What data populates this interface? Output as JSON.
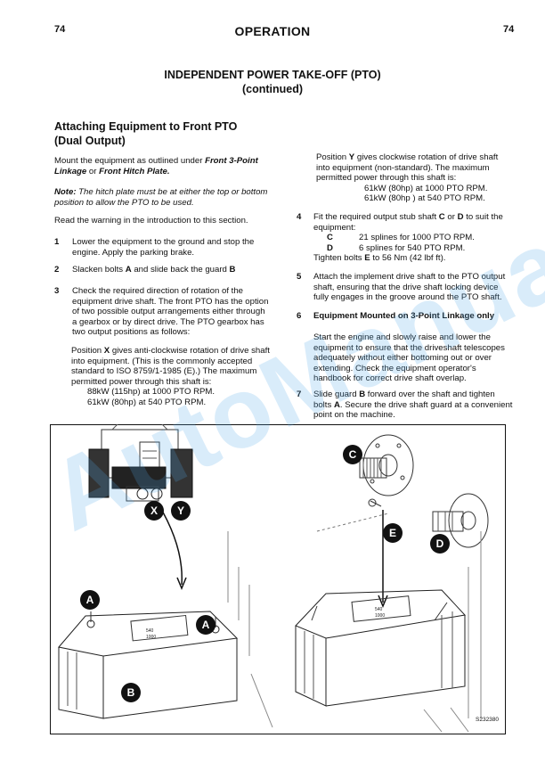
{
  "header": {
    "page_left": "74",
    "page_right": "74",
    "section": "OPERATION"
  },
  "title": {
    "line1": "INDEPENDENT POWER TAKE-OFF (PTO)",
    "line2": "(continued)"
  },
  "subheading": {
    "line1": "Attaching Equipment to Front PTO",
    "line2": "(Dual Output)"
  },
  "left": {
    "intro_a": "Mount the equipment as outlined under ",
    "intro_b": "Front 3-Point Linkage",
    "intro_c": " or ",
    "intro_d": "Front Hitch Plate.",
    "note_label": "Note:",
    "note_text": " The hitch plate must be at either the top or bottom position to allow the PTO to be used.",
    "warning": "Read the warning in the introduction to this section.",
    "step1_num": "1",
    "step1_text": "Lower the equipment to the ground and stop the engine. Apply the parking brake.",
    "step2_num": "2",
    "step2_a": "Slacken bolts ",
    "step2_b": "A",
    "step2_c": " and slide back the guard ",
    "step2_d": "B",
    "step3_num": "3",
    "step3_text": "Check the required direction of rotation of the equipment drive shaft. The front PTO has the option of two possible output arrangements either through a gearbox or by direct drive. The PTO gearbox has two output positions as follows:",
    "posx_a": "Position ",
    "posx_b": "X",
    "posx_c": " gives anti-clockwise rotation of drive shaft into equipment. (This is the commonly accepted standard to ISO 8759/1-1985 (E).) The maximum permitted power through this shaft is:",
    "posx_spec1": "88kW (115hp) at 1000 PTO RPM.",
    "posx_spec2": "61kW (80hp) at 540 PTO RPM."
  },
  "right": {
    "posy_a": "Position ",
    "posy_b": "Y",
    "posy_c": " gives clockwise rotation of drive shaft into equipment (non-standard). The maximum permitted power through this shaft is:",
    "posy_spec1": "61kW (80hp) at 1000 PTO RPM.",
    "posy_spec2": "61kW (80hp ) at 540 PTO RPM.",
    "step4_num": "4",
    "step4_a": "Fit the required output stub shaft ",
    "step4_b": "C",
    "step4_c": " or ",
    "step4_d": "D",
    "step4_e": " to suit the equipment:",
    "step4_c_letter": "C",
    "step4_c_text": "21 splines for 1000 PTO RPM.",
    "step4_d_letter": "D",
    "step4_d_text": "6 splines for 540 PTO RPM.",
    "step4_tail_a": "Tighten bolts ",
    "step4_tail_b": "E",
    "step4_tail_c": " to 56 Nm (42 lbf ft).",
    "step5_num": "5",
    "step5_text": "Attach the implement drive shaft to the PTO output shaft, ensuring that the drive shaft locking device fully engages in the groove around the PTO shaft.",
    "step6_num": "6",
    "step6_head": "Equipment Mounted on 3-Point Linkage only",
    "step6_text": "Start the engine and slowly raise and lower the equipment to ensure that the driveshaft telescopes adequately without either bottoming out or over extending. Check the equipment operator's handbook for correct drive shaft overlap.",
    "step7_num": "7",
    "step7_a": "Slide guard ",
    "step7_b": "B",
    "step7_c": " forward over the shaft and tighten bolts ",
    "step7_d": "A",
    "step7_e": ". Secure the drive shaft guard at a convenient point on the machine."
  },
  "figure": {
    "callouts": {
      "x": "X",
      "y": "Y",
      "c": "C",
      "d": "D",
      "e": "E",
      "a_left": "A",
      "a_mid": "A",
      "b": "B"
    },
    "plate_text_1": "540",
    "plate_text_2": "1000",
    "plate_text_3": "540",
    "plate_text_4": "1000",
    "code": "S232380"
  },
  "watermark": "AutoManual"
}
